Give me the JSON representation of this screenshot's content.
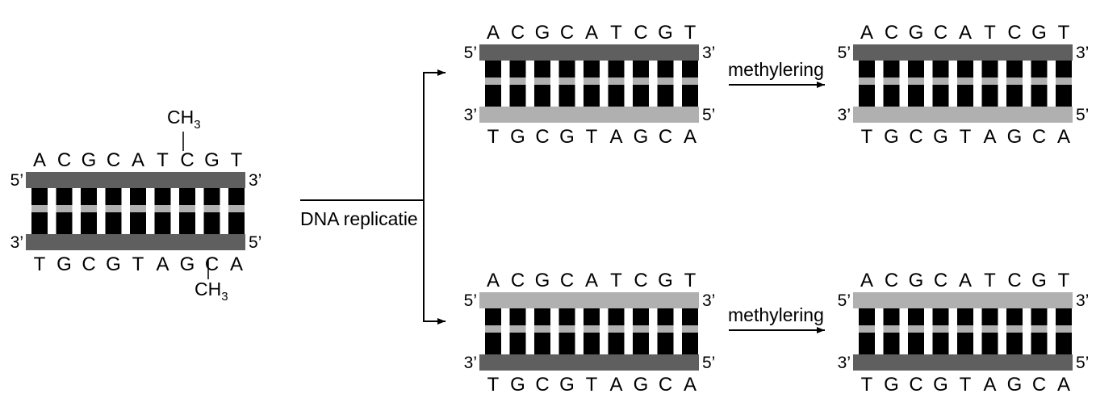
{
  "top_strand_bases": [
    "A",
    "C",
    "G",
    "C",
    "A",
    "T",
    "C",
    "G",
    "T"
  ],
  "bottom_strand_bases": [
    "T",
    "G",
    "C",
    "G",
    "T",
    "A",
    "G",
    "C",
    "A"
  ],
  "labels": {
    "five_prime": "5’",
    "three_prime": "3’"
  },
  "methyl_group": {
    "main": "CH",
    "subscript": "3"
  },
  "replication_label": "DNA replicatie",
  "methylation_label": "methylering",
  "colors": {
    "parental_strand": "#5f5f5f",
    "new_strand": "#b0b0b0",
    "base_pair_black": "#000000",
    "hydrogen_bond": "#b0b0b0"
  },
  "molecules": [
    {
      "id": "original",
      "top_strand": "parental",
      "bottom_strand": "parental",
      "methylated": true
    },
    {
      "id": "replicated-top",
      "top_strand": "parental",
      "bottom_strand": "new",
      "methylated": false
    },
    {
      "id": "methylated-top",
      "top_strand": "parental",
      "bottom_strand": "new",
      "methylated": false
    },
    {
      "id": "replicated-bottom",
      "top_strand": "new",
      "bottom_strand": "parental",
      "methylated": false
    },
    {
      "id": "methylated-bottom",
      "top_strand": "new",
      "bottom_strand": "parental",
      "methylated": false
    }
  ]
}
